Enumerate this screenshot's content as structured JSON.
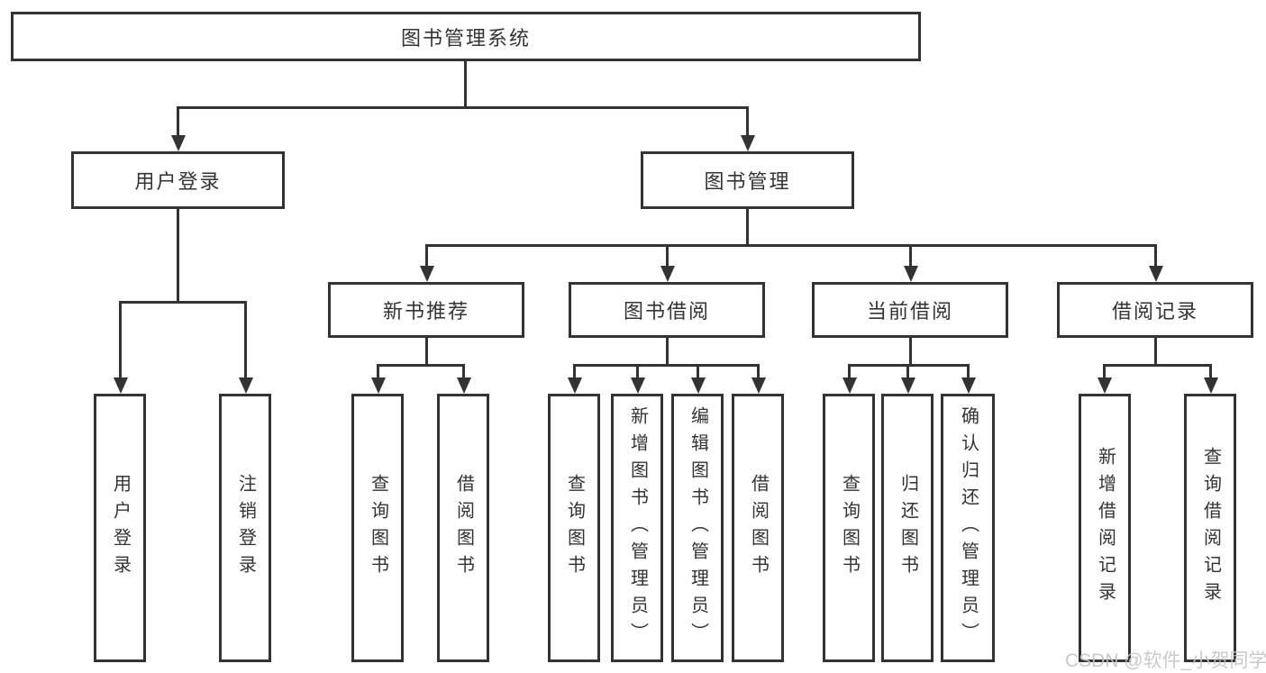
{
  "diagram": {
    "root_label": "图书管理系统",
    "user_login_label": "用户登录",
    "book_mgmt_label": "图书管理",
    "new_books_label": "新书推荐",
    "book_borrow_label": "图书借阅",
    "current_borrow_label": "当前借阅",
    "borrow_records_label": "借阅记录",
    "leaf_user_login": "用户登录",
    "leaf_logout": "注销登录",
    "leaf_nb_query": "查询图书",
    "leaf_nb_borrow": "借阅图书",
    "leaf_bb_query": "查询图书",
    "leaf_bb_add": "新增图书（管理员）",
    "leaf_bb_edit": "编辑图书（管理员）",
    "leaf_bb_borrow": "借阅图书",
    "leaf_cb_query": "查询图书",
    "leaf_cb_return": "归还图书",
    "leaf_cb_confirm": "确认归还（管理员）",
    "leaf_br_add": "新增借阅记录",
    "leaf_br_query": "查询借阅记录"
  },
  "watermark": "CSDN @软件_小贺同学",
  "colors": {
    "line": "#333333",
    "text": "#333333",
    "watermark": "#c4c4c4",
    "background": "#ffffff"
  }
}
